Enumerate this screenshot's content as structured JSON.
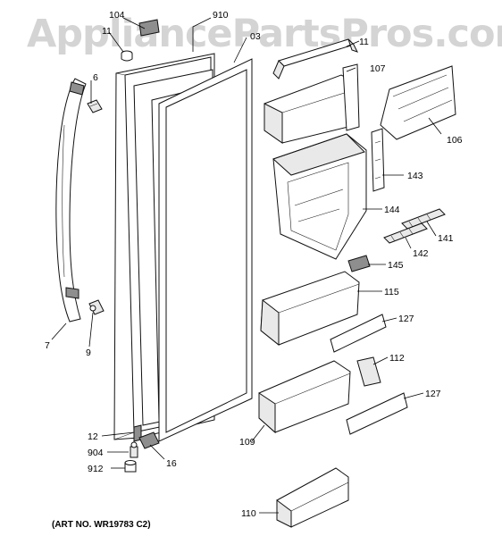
{
  "watermark": "AppliancePartsPros.com",
  "art_number": "(ART NO. WR19783 C2)",
  "labels": {
    "l104": "104",
    "l910": "910",
    "l11": "11",
    "l03": "03",
    "l6": "6",
    "l7": "7",
    "l9": "9",
    "l11b": "11",
    "l107": "107",
    "l106": "106",
    "l143": "143",
    "l144": "144",
    "l141": "141",
    "l142": "142",
    "l145": "145",
    "l115": "115",
    "l127a": "127",
    "l112": "112",
    "l127b": "127",
    "l109": "109",
    "l12": "12",
    "l904": "904",
    "l912": "912",
    "l16": "16",
    "l110": "110"
  }
}
